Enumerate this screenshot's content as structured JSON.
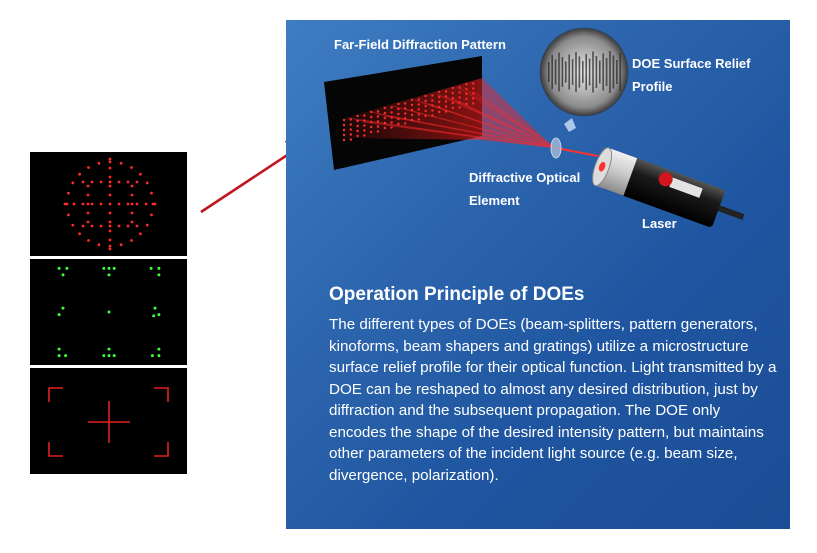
{
  "diagram": {
    "labels": {
      "far_field_pattern": "Far-Field Diffraction Pattern",
      "doe_surface_relief": "DOE Surface Relief Profile",
      "diffractive_optical_element": "Diffractive Optical Element",
      "laser": "Laser"
    },
    "patterns": [
      {
        "name": "circle-cross-dot-grid",
        "color": "#ff2a2a"
      },
      {
        "name": "3x3-dot-cluster-array",
        "color": "#3cff3c"
      },
      {
        "name": "crosshair-corner-frame",
        "color": "#e02020"
      }
    ]
  },
  "text": {
    "title": "Operation Principle of DOEs",
    "body": "The different types of DOEs (beam-splitters, pattern generators, kinoforms, beam shapers and gratings) utilize a microstructure surface relief profile for their optical function. Light transmitted by a DOE can be reshaped to almost any desired distribution, just by diffraction and the subsequent propagation. The DOE only encodes the shape of the desired intensity pattern, but maintains other parameters of the incident light source (e.g. beam size, divergence, polarization)."
  },
  "colors": {
    "panel_blue": "#2a62aa",
    "arrow_red": "#c0141e",
    "beam_red": "#ff1a1a"
  }
}
